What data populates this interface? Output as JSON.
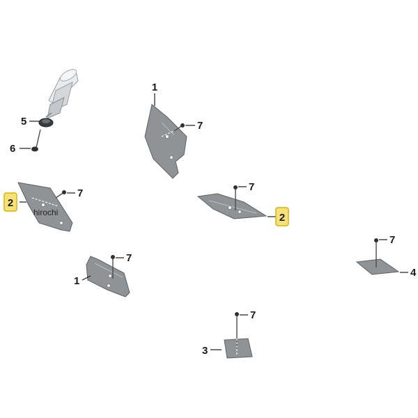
{
  "labels": {
    "p1_top": "1",
    "p1_bottom": "1",
    "p2_left": "2",
    "p2_right": "2",
    "p3": "3",
    "p4": "4",
    "p5": "5",
    "p6": "6",
    "p7_a": "7",
    "p7_b": "7",
    "p7_c": "7",
    "p7_d": "7",
    "p7_e": "7",
    "p7_f": "7"
  },
  "watermark": "hirochi",
  "colors": {
    "plate": "#8f9396",
    "highlight": "#f7e27a",
    "label": "#1a1a1a"
  }
}
